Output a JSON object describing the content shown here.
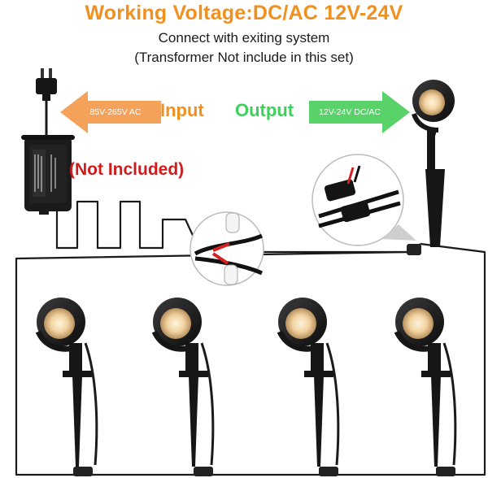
{
  "header": {
    "title": "Working Voltage:DC/AC 12V-24V",
    "line1": "Connect with exiting system",
    "line2": "(Transformer Not include in this set)"
  },
  "input": {
    "arrow_text": "85V-265V AC",
    "label": "Input",
    "color": "#f0901e"
  },
  "output": {
    "arrow_text": "12V-24V DC/AC",
    "label": "Output",
    "color": "#3fcf5c"
  },
  "transformer": {
    "status": "(Not Included)",
    "status_color": "#d11a1a"
  }
}
